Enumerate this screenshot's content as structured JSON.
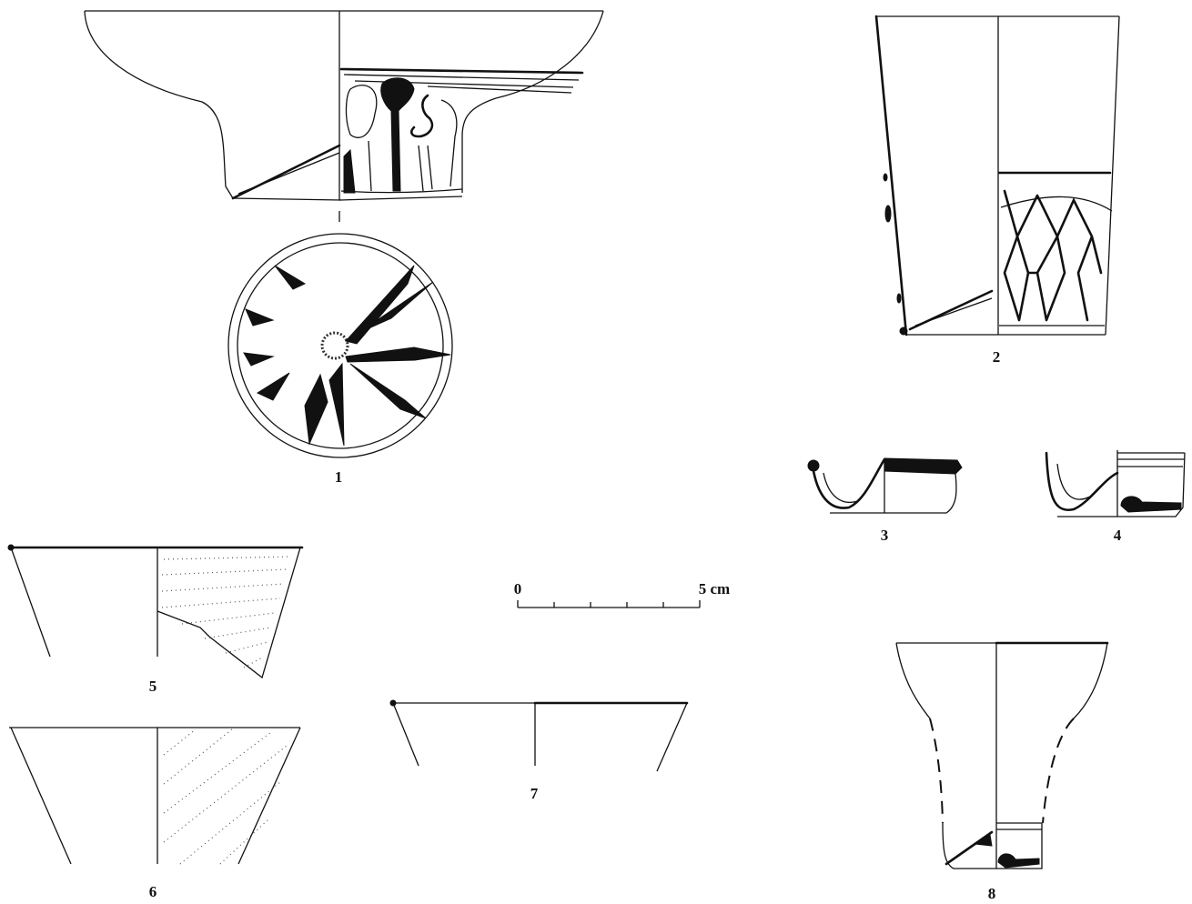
{
  "figures": [
    {
      "label": "1"
    },
    {
      "label": "2"
    },
    {
      "label": "3"
    },
    {
      "label": "4"
    },
    {
      "label": "5"
    },
    {
      "label": "6"
    },
    {
      "label": "7"
    },
    {
      "label": "8"
    }
  ],
  "scale_bar": {
    "start_label": "0",
    "end_label": "5 cm"
  }
}
